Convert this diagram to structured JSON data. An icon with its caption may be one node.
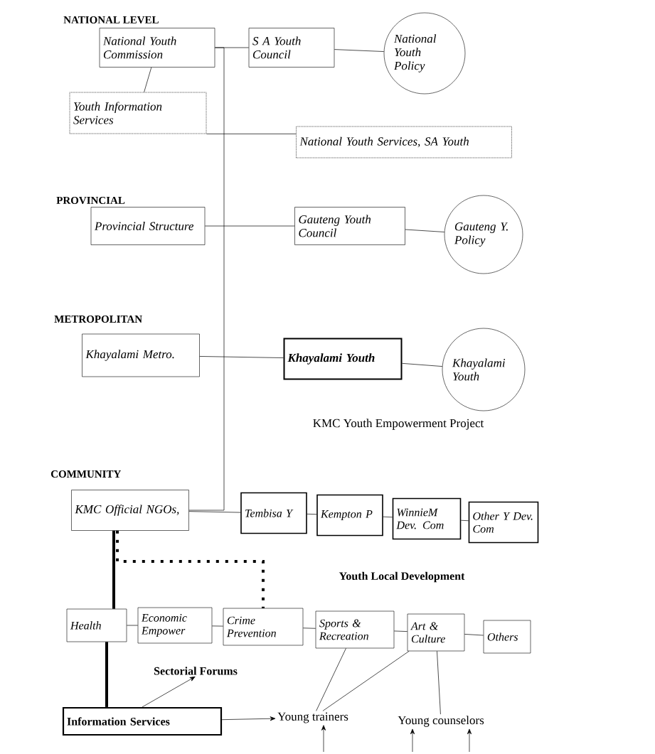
{
  "diagram": {
    "nodes": [
      {
        "text": [
          "National Youth Commission"
        ]
      },
      {
        "text": [
          "S A Youth Council"
        ]
      },
      {
        "text": [
          "National Youth Policy"
        ]
      },
      {
        "text": [
          "Youth Information Services"
        ]
      },
      {
        "text": [
          "National Youth Services, SA Youth"
        ]
      },
      {
        "text": [
          "Provincial Structure"
        ]
      },
      {
        "text": [
          "Gauteng Youth Council"
        ]
      },
      {
        "text": [
          "Gauteng Y. Policy"
        ]
      },
      {
        "text": [
          "Khayalami Metro."
        ]
      },
      {
        "text": [
          "Khayalami Youth"
        ]
      },
      {
        "text": [
          "Khayalami Youth"
        ]
      },
      {
        "text": [
          "KMC Official NGOs,"
        ]
      },
      {
        "text": [
          "Tembisa Y"
        ]
      },
      {
        "text": [
          "Kempton P"
        ]
      },
      {
        "text": [
          "WinnieM Dev. Com"
        ]
      },
      {
        "text": [
          "Other Y Dev. Com"
        ]
      },
      {
        "text": [
          "Health"
        ]
      },
      {
        "text": [
          "Economic Empower"
        ]
      },
      {
        "text": [
          "Crime Prevention"
        ]
      },
      {
        "text": [
          "Sports & Recreation"
        ]
      },
      {
        "text": [
          "Art & Culture"
        ]
      },
      {
        "text": [
          "Others"
        ]
      },
      {
        "text": [
          "Sectorial Forums"
        ]
      },
      {
        "text": [
          "Information Services"
        ]
      },
      {
        "text": [
          "Young trainers"
        ]
      },
      {
        "text": [
          "Young counselors"
        ]
      }
    ],
    "edges": [
      {
        "from": 0,
        "to": 1,
        "arrow": "none"
      },
      {
        "from": 1,
        "to": 2,
        "arrow": "none"
      },
      {
        "from": 0,
        "to": 3,
        "arrow": "none"
      },
      {
        "from": 3,
        "to": 4,
        "arrow": "none"
      },
      {
        "from": 0,
        "to": 11,
        "arrow": "none"
      },
      {
        "from": 5,
        "to": 6,
        "arrow": "none"
      },
      {
        "from": 6,
        "to": 7,
        "arrow": "none"
      },
      {
        "from": 8,
        "to": 9,
        "arrow": "none"
      },
      {
        "from": 9,
        "to": 10,
        "arrow": "none"
      },
      {
        "from": 11,
        "to": 12,
        "arrow": "none"
      },
      {
        "from": 12,
        "to": 13,
        "arrow": "none"
      },
      {
        "from": 13,
        "to": 14,
        "arrow": "none"
      },
      {
        "from": 14,
        "to": 15,
        "arrow": "none"
      },
      {
        "from": 16,
        "to": 17,
        "arrow": "none"
      },
      {
        "from": 17,
        "to": 18,
        "arrow": "none"
      },
      {
        "from": 18,
        "to": 19,
        "arrow": "none"
      },
      {
        "from": 19,
        "to": 20,
        "arrow": "none"
      },
      {
        "from": 20,
        "to": 21,
        "arrow": "none"
      },
      {
        "from": 11,
        "to": 16,
        "arrow": "none",
        "style": "thick"
      },
      {
        "from": 16,
        "to": 23,
        "arrow": "none",
        "style": "thick"
      },
      {
        "from": 11,
        "to": 18,
        "arrow": "none",
        "style": "dashed"
      },
      {
        "from": 23,
        "to": 22,
        "arrow": "to"
      },
      {
        "from": 23,
        "to": 24,
        "arrow": "to"
      },
      {
        "from": 19,
        "to": 24,
        "arrow": "none"
      },
      {
        "from": 20,
        "to": 24,
        "arrow": "none"
      },
      {
        "from": 20,
        "to": 25,
        "arrow": "none"
      },
      {
        "from": null,
        "to": 24,
        "arrow": "to"
      },
      {
        "from": null,
        "to": 25,
        "arrow": "to"
      },
      {
        "from": null,
        "to": 25,
        "arrow": "to"
      }
    ],
    "labels": [
      "NATIONAL LEVEL",
      "PROVINCIAL",
      "METROPOLITAN",
      "KMC Youth Empowerment Project",
      "COMMUNITY",
      "Youth Local Development"
    ]
  }
}
